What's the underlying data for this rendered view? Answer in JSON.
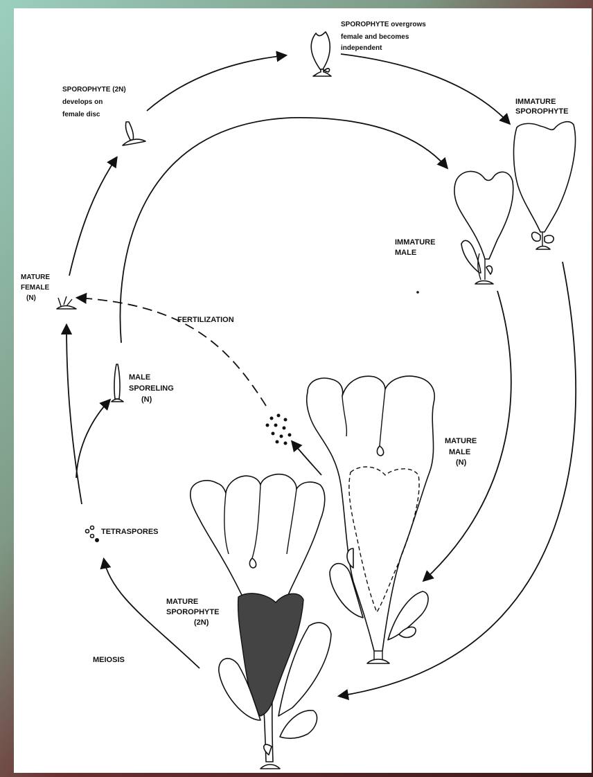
{
  "colors": {
    "background_left": "#8fc7b5",
    "background_right": "#6b2a2a",
    "sheet": "#ffffff",
    "ink": "#111111"
  },
  "labels": {
    "sporophyte_independent": [
      "SPOROPHYTE overgrows",
      "female and becomes",
      "independent"
    ],
    "sporophyte_develops": [
      "SPOROPHYTE (2N)",
      "develops on",
      "female disc"
    ],
    "immature_sporophyte": [
      "IMMATURE",
      "SPOROPHYTE"
    ],
    "immature_male": [
      "IMMATURE",
      "MALE"
    ],
    "mature_female": [
      "MATURE",
      "FEMALE",
      "(N)"
    ],
    "fertilization": "FERTILIZATION",
    "male_sporeling": [
      "MALE",
      "SPORELING",
      "(N)"
    ],
    "mature_male": [
      "MATURE",
      "MALE",
      "(N)"
    ],
    "tetraspores": "TETRASPORES",
    "mature_sporophyte": [
      "MATURE",
      "SPOROPHYTE",
      "(2N)"
    ],
    "meiosis": "MEIOSIS"
  }
}
